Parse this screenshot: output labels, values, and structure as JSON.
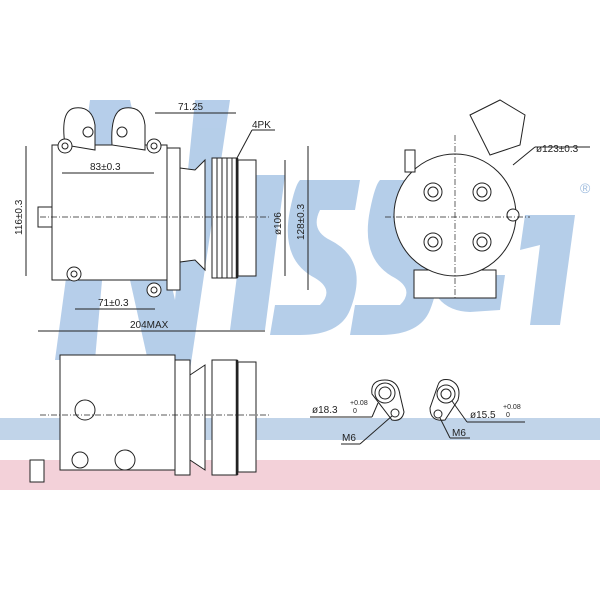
{
  "watermark": {
    "brand": "Nissens",
    "registered_mark": "®",
    "color": "#a9c6e6",
    "band_blue": "#b7cde6",
    "band_pink": "#f2c9d3"
  },
  "side_view": {
    "dim_top_length": "71.25",
    "dim_belt": "4PK",
    "dim_top_mount": "83±0.3",
    "dim_height": "116±0.3",
    "dim_pulley_dia": "ø106",
    "dim_overall_height": "128±0.3",
    "dim_bottom_mount": "71±0.3",
    "dim_overall_length": "204MAX"
  },
  "end_view": {
    "dim_body_dia": "ø123±0.3"
  },
  "port_details": [
    {
      "dia": "ø18.3",
      "tol_upper": "+0.08",
      "tol_lower": "0",
      "thread": "M6"
    },
    {
      "dia": "ø15.5",
      "tol_upper": "+0.08",
      "tol_lower": "0",
      "thread": "M6"
    }
  ]
}
